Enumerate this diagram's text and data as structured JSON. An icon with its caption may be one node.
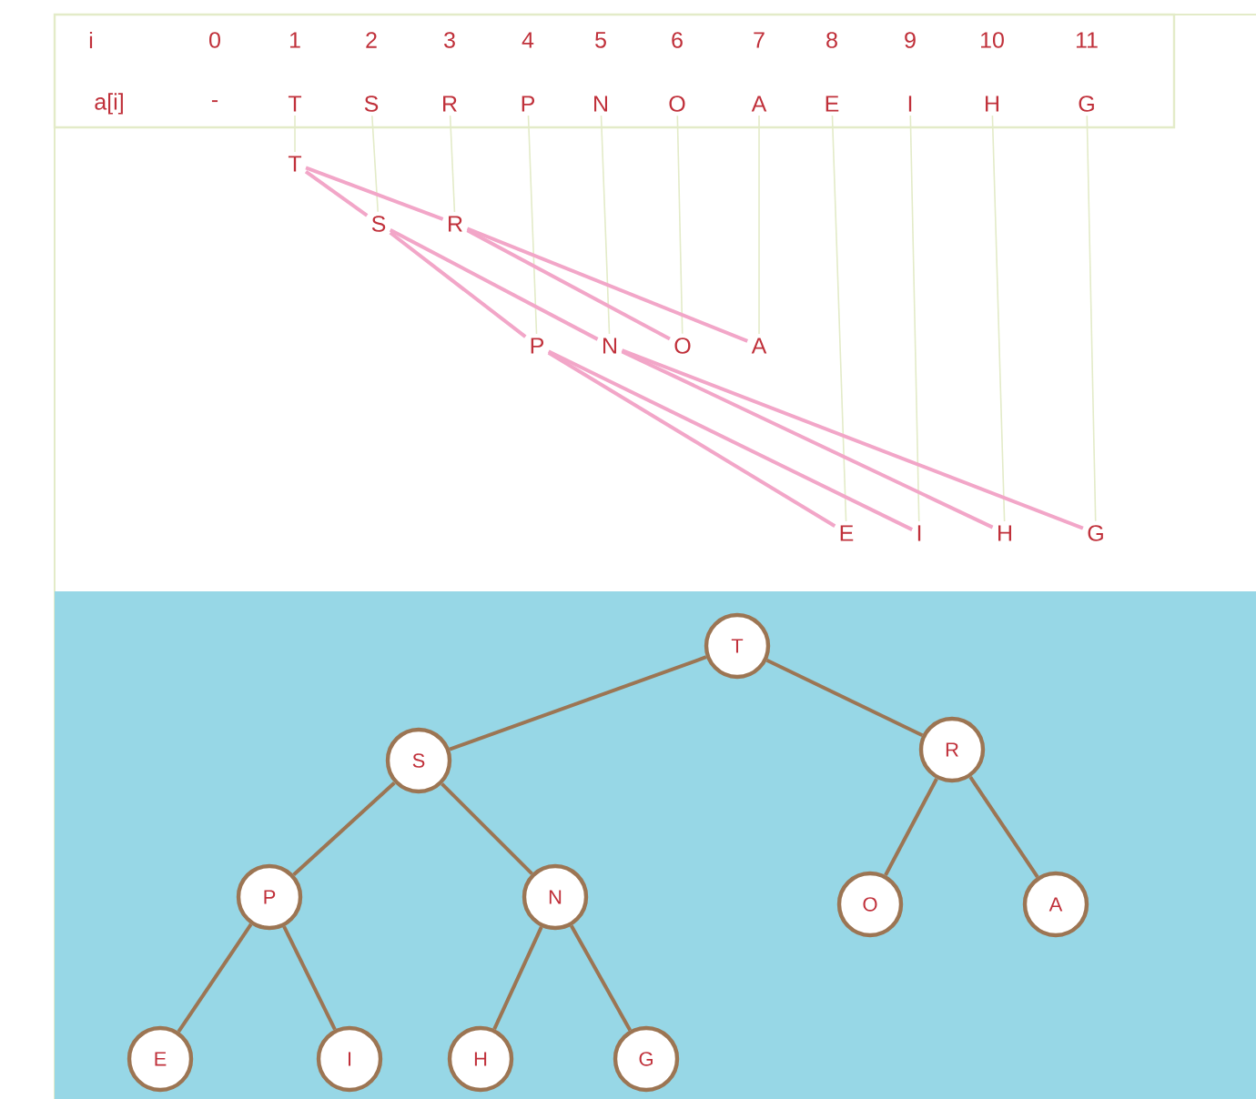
{
  "diagram": {
    "nodes": [
      {
        "text": [
          "T"
        ]
      },
      {
        "text": [
          "S"
        ]
      },
      {
        "text": [
          "R"
        ]
      },
      {
        "text": [
          "P"
        ]
      },
      {
        "text": [
          "N"
        ]
      },
      {
        "text": [
          "O"
        ]
      },
      {
        "text": [
          "A"
        ]
      },
      {
        "text": [
          "E"
        ]
      },
      {
        "text": [
          "I"
        ]
      },
      {
        "text": [
          "H"
        ]
      },
      {
        "text": [
          "G"
        ]
      },
      {
        "text": [
          "T"
        ]
      },
      {
        "text": [
          "S"
        ]
      },
      {
        "text": [
          "R"
        ]
      },
      {
        "text": [
          "P"
        ]
      },
      {
        "text": [
          "N"
        ]
      },
      {
        "text": [
          "O"
        ]
      },
      {
        "text": [
          "A"
        ]
      },
      {
        "text": [
          "E"
        ]
      },
      {
        "text": [
          "I"
        ]
      },
      {
        "text": [
          "H"
        ]
      },
      {
        "text": [
          "G"
        ]
      },
      {
        "text": [
          "T"
        ]
      },
      {
        "text": [
          "S"
        ]
      },
      {
        "text": [
          "R"
        ]
      },
      {
        "text": [
          "P"
        ]
      },
      {
        "text": [
          "N"
        ]
      },
      {
        "text": [
          "O"
        ]
      },
      {
        "text": [
          "A"
        ]
      },
      {
        "text": [
          "E"
        ]
      },
      {
        "text": [
          "I"
        ]
      },
      {
        "text": [
          "H"
        ]
      },
      {
        "text": [
          "G"
        ]
      }
    ],
    "edges": [
      {
        "from": 0,
        "to": 11,
        "arrow": "none",
        "color": "#e3ebc8"
      },
      {
        "from": 1,
        "to": 12,
        "arrow": "none",
        "color": "#e3ebc8"
      },
      {
        "from": 2,
        "to": 13,
        "arrow": "none",
        "color": "#e3ebc8"
      },
      {
        "from": 3,
        "to": 14,
        "arrow": "none",
        "color": "#e3ebc8"
      },
      {
        "from": 4,
        "to": 15,
        "arrow": "none",
        "color": "#e3ebc8"
      },
      {
        "from": 5,
        "to": 16,
        "arrow": "none",
        "color": "#e3ebc8"
      },
      {
        "from": 6,
        "to": 17,
        "arrow": "none",
        "color": "#e3ebc8"
      },
      {
        "from": 7,
        "to": 18,
        "arrow": "none",
        "color": "#e3ebc8"
      },
      {
        "from": 8,
        "to": 19,
        "arrow": "none",
        "color": "#e3ebc8"
      },
      {
        "from": 9,
        "to": 20,
        "arrow": "none",
        "color": "#e3ebc8"
      },
      {
        "from": 10,
        "to": 21,
        "arrow": "none",
        "color": "#e3ebc8"
      },
      {
        "from": 11,
        "to": 12,
        "arrow": "none",
        "color": "#f2a6c8"
      },
      {
        "from": 11,
        "to": 13,
        "arrow": "none",
        "color": "#f2a6c8"
      },
      {
        "from": 12,
        "to": 14,
        "arrow": "none",
        "color": "#f2a6c8"
      },
      {
        "from": 12,
        "to": 15,
        "arrow": "none",
        "color": "#f2a6c8"
      },
      {
        "from": 13,
        "to": 16,
        "arrow": "none",
        "color": "#f2a6c8"
      },
      {
        "from": 13,
        "to": 17,
        "arrow": "none",
        "color": "#f2a6c8"
      },
      {
        "from": 14,
        "to": 18,
        "arrow": "none",
        "color": "#f2a6c8"
      },
      {
        "from": 14,
        "to": 19,
        "arrow": "none",
        "color": "#f2a6c8"
      },
      {
        "from": 15,
        "to": 20,
        "arrow": "none",
        "color": "#f2a6c8"
      },
      {
        "from": 15,
        "to": 21,
        "arrow": "none",
        "color": "#f2a6c8"
      },
      {
        "from": 22,
        "to": 23,
        "arrow": "none",
        "color": "#9c7553"
      },
      {
        "from": 22,
        "to": 24,
        "arrow": "none",
        "color": "#9c7553"
      },
      {
        "from": 23,
        "to": 25,
        "arrow": "none",
        "color": "#9c7553"
      },
      {
        "from": 23,
        "to": 26,
        "arrow": "none",
        "color": "#9c7553"
      },
      {
        "from": 24,
        "to": 27,
        "arrow": "none",
        "color": "#9c7553"
      },
      {
        "from": 24,
        "to": 28,
        "arrow": "none",
        "color": "#9c7553"
      },
      {
        "from": 25,
        "to": 29,
        "arrow": "none",
        "color": "#9c7553"
      },
      {
        "from": 25,
        "to": 30,
        "arrow": "none",
        "color": "#9c7553"
      },
      {
        "from": 26,
        "to": 31,
        "arrow": "none",
        "color": "#9c7553"
      },
      {
        "from": 26,
        "to": 32,
        "arrow": "none",
        "color": "#9c7553"
      }
    ],
    "labels": [
      "i",
      "0",
      "1",
      "2",
      "3",
      "4",
      "5",
      "6",
      "7",
      "8",
      "9",
      "10",
      "11",
      "a[i]",
      "-"
    ]
  }
}
